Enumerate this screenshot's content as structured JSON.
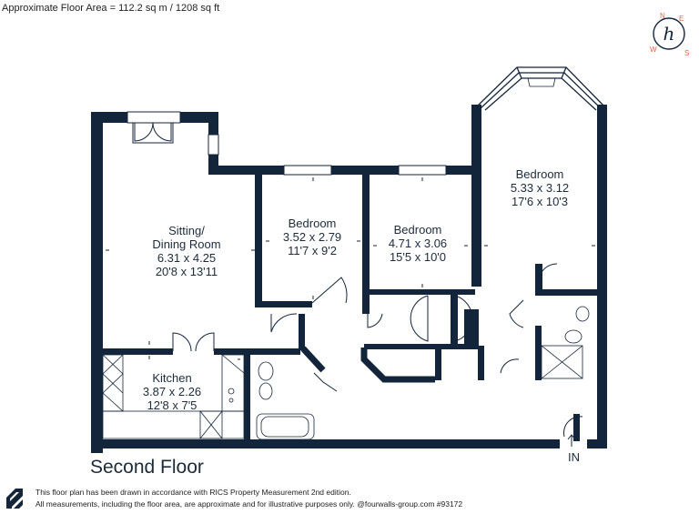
{
  "header": {
    "floor_area": "Approximate Floor Area = 112.2 sq m / 1208 sq ft"
  },
  "compass": {
    "n": "N",
    "e": "E",
    "s": "S",
    "w": "W",
    "monogram": "h",
    "accent": "#e8634a"
  },
  "colors": {
    "wall": "#13253a",
    "line": "#13253a",
    "window": "#ffffff"
  },
  "rooms": {
    "sitting": {
      "name": "Sitting/",
      "name2": "Dining Room",
      "metric": "6.31 x 4.25",
      "imperial": "20'8 x 13'11"
    },
    "bedroom1": {
      "name": "Bedroom",
      "metric": "3.52 x 2.79",
      "imperial": "11'7 x 9'2"
    },
    "bedroom2": {
      "name": "Bedroom",
      "metric": "4.71 x 3.06",
      "imperial": "15'5 x 10'0"
    },
    "bedroom3": {
      "name": "Bedroom",
      "metric": "5.33 x 3.12",
      "imperial": "17'6 x 10'3"
    },
    "kitchen": {
      "name": "Kitchen",
      "metric": "3.87 x 2.26",
      "imperial": "12'8 x 7'5"
    }
  },
  "entrance": {
    "label": "IN"
  },
  "floor": {
    "title": "Second Floor"
  },
  "footer": {
    "line1": "This floor plan has been drawn in accordance with RICS Property Measurement 2nd edition.",
    "line2": "All measurements, including the floor area, are approximate and for illustrative purposes only. @fourwalls-group.com #93172"
  }
}
